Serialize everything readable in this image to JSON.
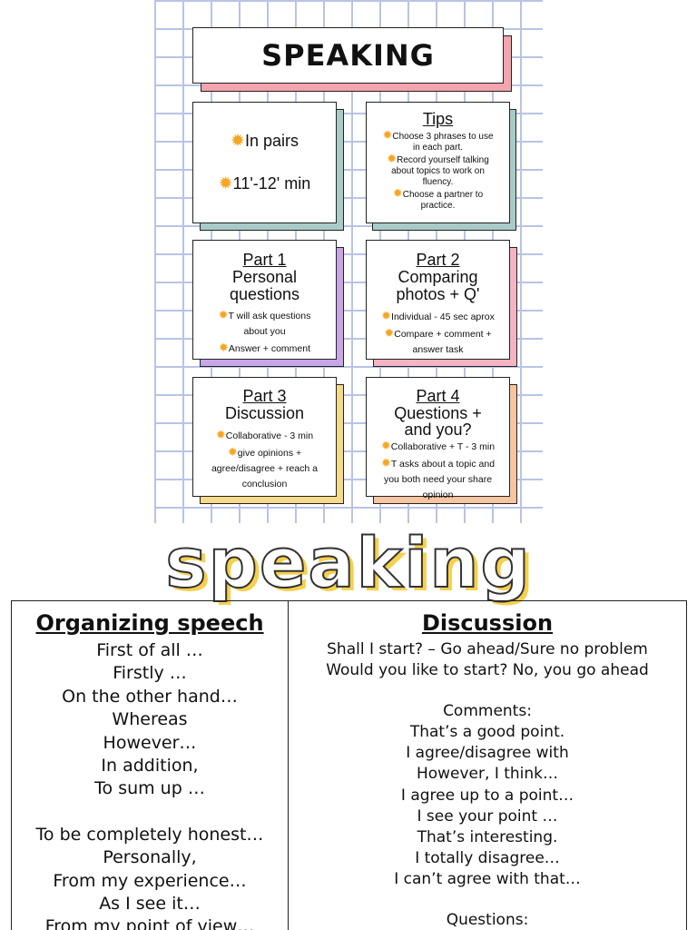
{
  "poster": {
    "title": "SPEAKING",
    "info": {
      "line1": "In pairs",
      "line2": "11'-12' min"
    },
    "tips": {
      "title": "Tips",
      "lines": [
        "Choose 3 phrases to use",
        "in each part.",
        "Record yourself talking",
        "about topics to work on",
        "fluency.",
        "Choose a partner to",
        "practice."
      ]
    },
    "part1": {
      "heading": "Part 1",
      "sub1": "Personal",
      "sub2": "questions",
      "b1": "T will ask questions",
      "b1b": "about you",
      "b2": "Answer + comment"
    },
    "part2": {
      "heading": "Part 2",
      "sub1": "Comparing",
      "sub2": "photos + Q'",
      "b1": "Individual - 45 sec aprox",
      "b2": "Compare + comment +",
      "b2b": "answer task"
    },
    "part3": {
      "heading": "Part 3",
      "sub1": "Discussion",
      "b1": "Collaborative - 3 min",
      "b2": "give opinions +",
      "b2b": "agree/disagree + reach a",
      "b2c": "conclusion"
    },
    "part4": {
      "heading": "Part 4",
      "sub1": "Questions +",
      "sub2": "and you?",
      "b1": "Collaborative + T - 3 min",
      "b2": "T asks about a topic and",
      "b2b": "you both need your share",
      "b2c": "opinion"
    },
    "colors": {
      "grid": "#b9c3e6",
      "title_shadow": "#f4a4ad",
      "teal": "#a9cbc7",
      "purple": "#c9a6e6",
      "pink": "#f5b4c4",
      "yellow": "#f7d98a",
      "peach": "#f9c4a0",
      "star": "#f5a623"
    }
  },
  "decorative_title": "speaking",
  "table": {
    "left": {
      "heading": "Organizing speech",
      "group1": [
        "First of all …",
        "Firstly …",
        "On the other hand…",
        "Whereas",
        "However…",
        "In addition,",
        "To sum up …"
      ],
      "group2": [
        "To be completely honest…",
        "Personally,",
        "From my experience…",
        "As I see it…",
        "From my point of view…"
      ]
    },
    "right": {
      "heading": "Discussion",
      "group1": [
        "Shall I start? – Go ahead/Sure no problem",
        "Would you like to start? No, you go ahead"
      ],
      "comments_label": "Comments:",
      "comments": [
        "That’s a good point.",
        "I agree/disagree with",
        "However, I think…",
        "I agree up to a point…",
        "I see your point …",
        "That’s interesting.",
        "I totally disagree…",
        "I can’t agree with that…"
      ],
      "questions_label": "Questions:"
    }
  }
}
